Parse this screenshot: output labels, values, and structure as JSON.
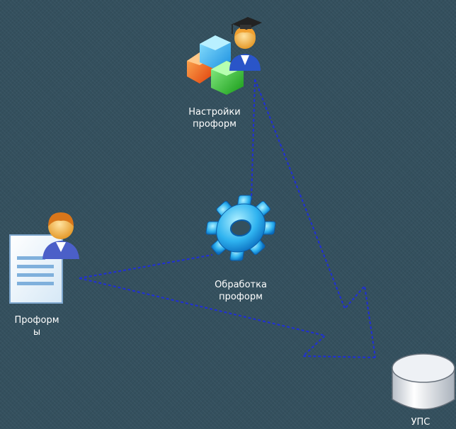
{
  "diagram": {
    "nodes": {
      "settings": {
        "label_line1": "Настройки",
        "label_line2": "проформ"
      },
      "processing": {
        "label_line1": "Обработка",
        "label_line2": "проформ"
      },
      "proforms": {
        "label_line1": "Проформ",
        "label_line2": "ы"
      },
      "ups": {
        "label": "УПС"
      }
    },
    "colors": {
      "connector": "#1f2fd8",
      "background": "#34505e"
    },
    "icons": {
      "settings": "cubes-with-graduate-icon",
      "processing": "gear-icon",
      "proforms": "document-with-user-icon",
      "ups": "database-cylinder-icon"
    }
  }
}
